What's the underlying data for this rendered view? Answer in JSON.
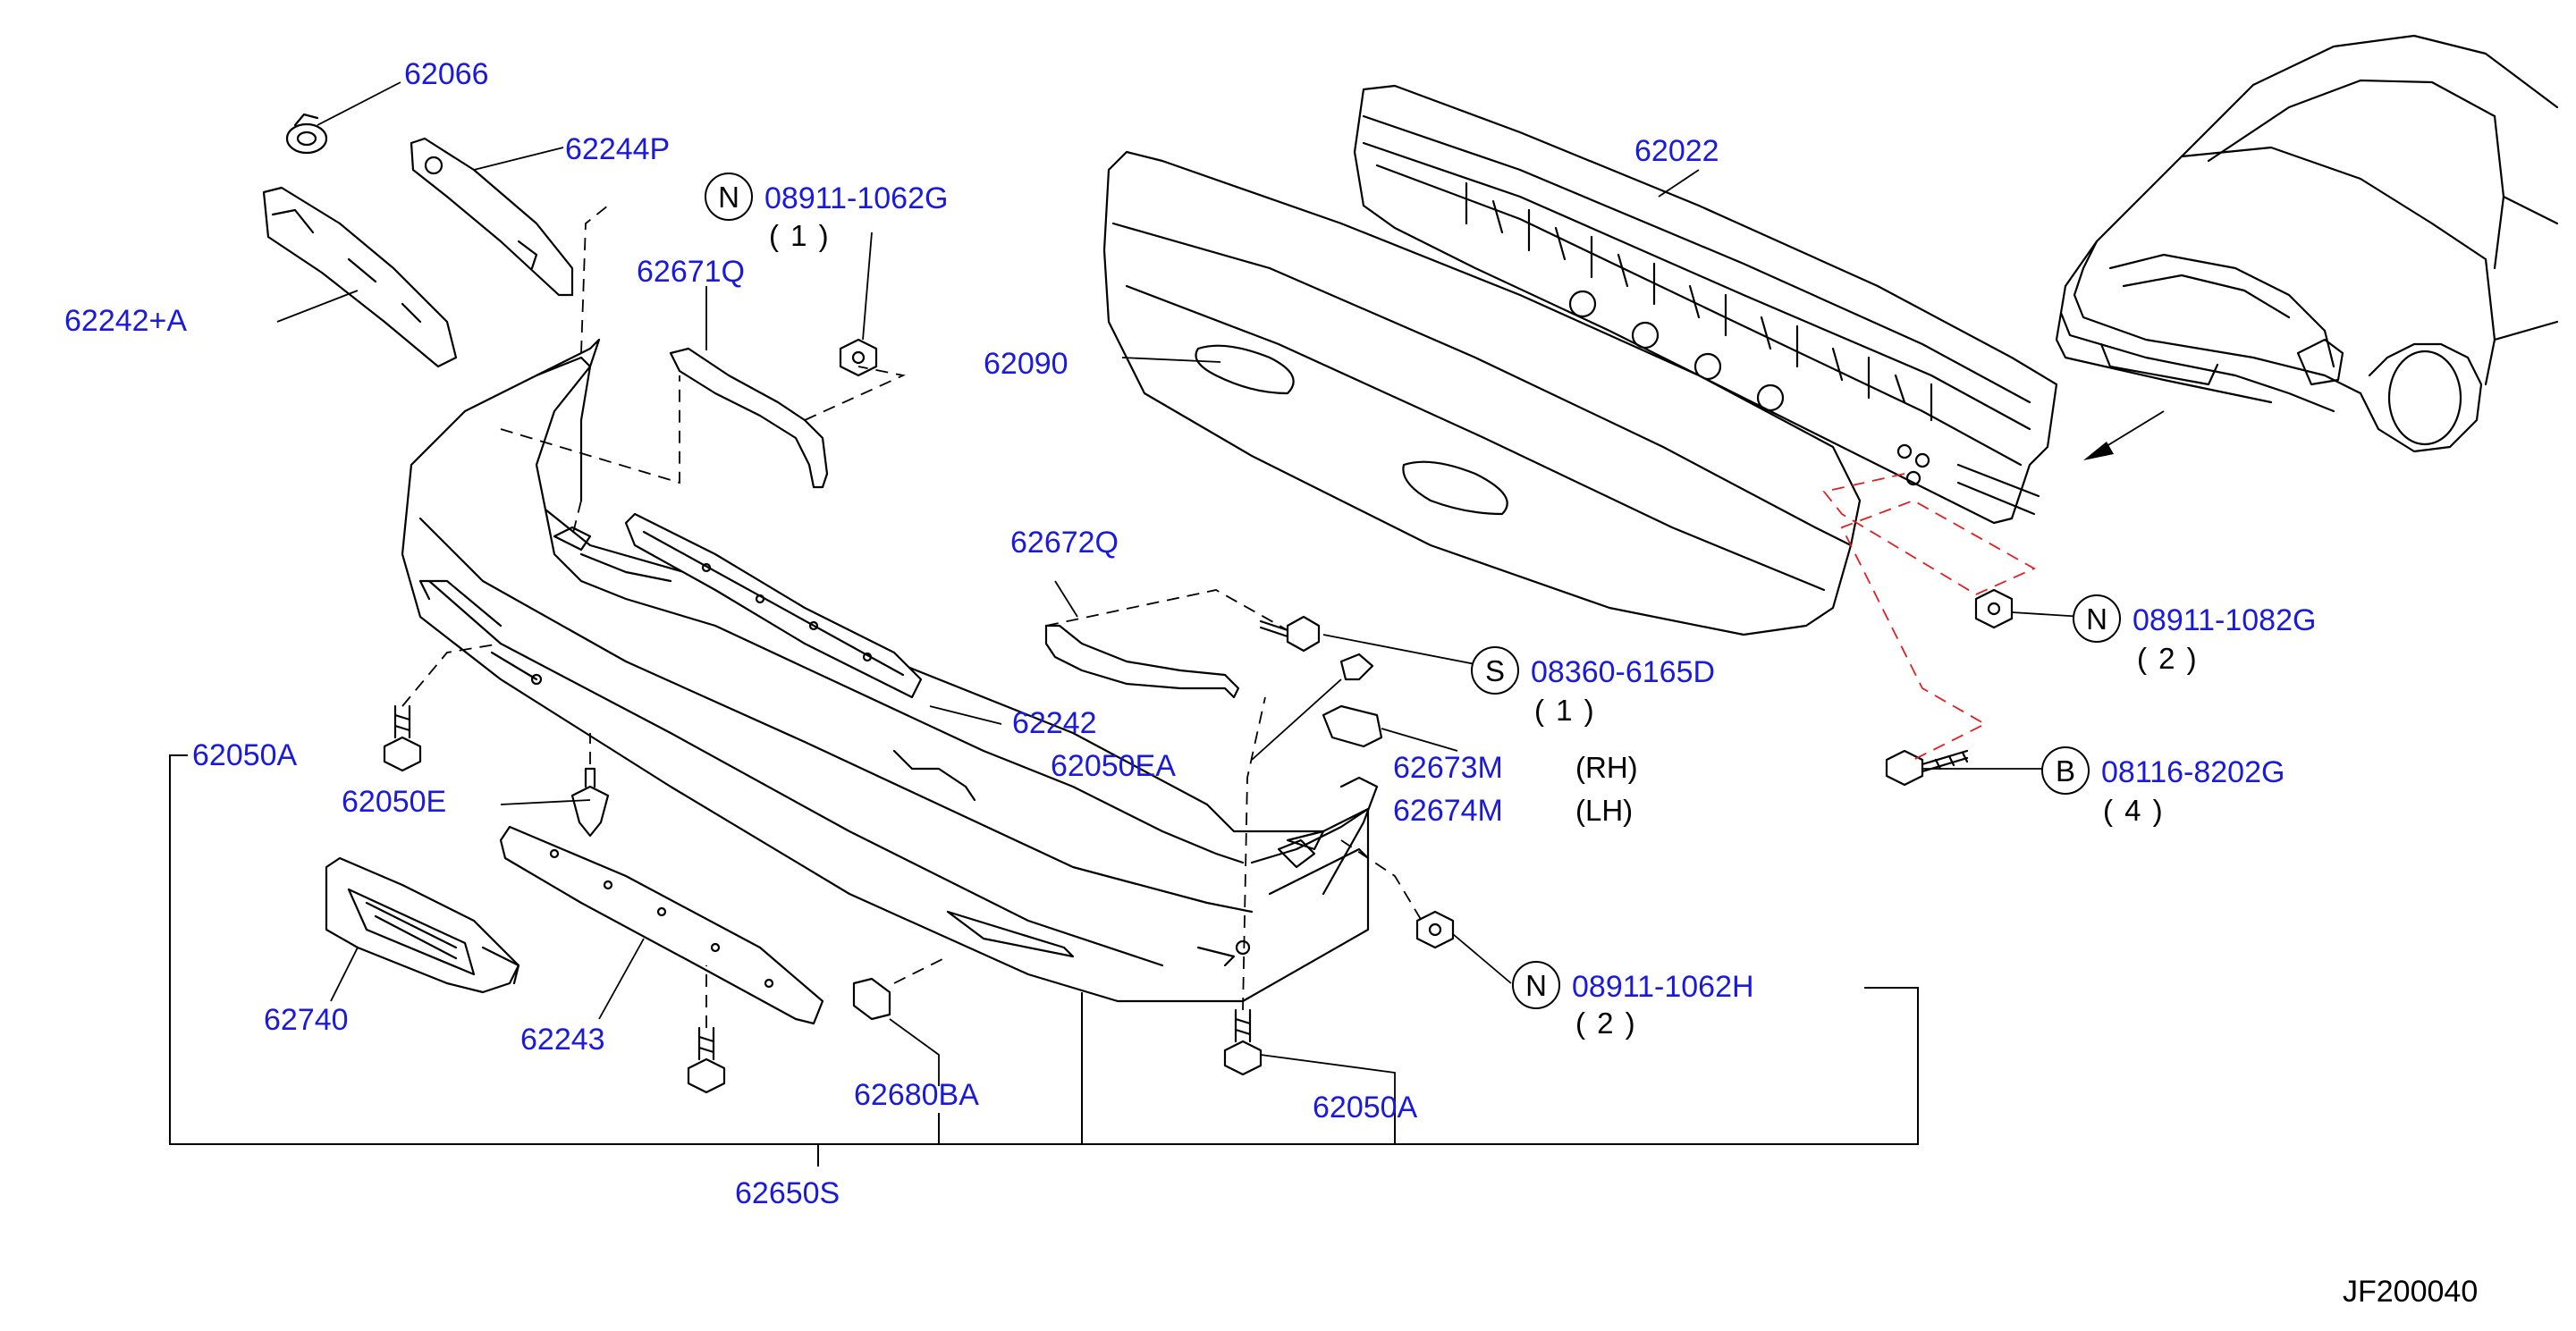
{
  "colors": {
    "part_number": "#1a1adc",
    "linework": "#000000",
    "mounting_path": "#e02020",
    "background": "#ffffff"
  },
  "drawing_ref": "JF200040",
  "parts": {
    "p62066": "62066",
    "p62244P": "62244P",
    "p62242A": "62242+A",
    "p62671Q": "62671Q",
    "p62090": "62090",
    "p62022": "62022",
    "p62672Q": "62672Q",
    "p62242": "62242",
    "p62050EA": "62050EA",
    "p62050A_left": "62050A",
    "p62050E": "62050E",
    "p62673M": "62673M",
    "p62674M": "62674M",
    "p62740": "62740",
    "p62243": "62243",
    "p62680BA": "62680BA",
    "p62050A_bottom": "62050A",
    "p62650S": "62650S"
  },
  "fasteners": {
    "nut_top": {
      "marker": "N",
      "number": "08911-1062G",
      "qty": "( 1 )"
    },
    "nut_right": {
      "marker": "N",
      "number": "08911-1082G",
      "qty": "( 2 )"
    },
    "screw": {
      "marker": "S",
      "number": "08360-6165D",
      "qty": "( 1 )"
    },
    "bolt": {
      "marker": "B",
      "number": "08116-8202G",
      "qty": "( 4 )"
    },
    "nut_bottom": {
      "marker": "N",
      "number": "08911-1062H",
      "qty": "( 2 )"
    }
  },
  "side_labels": {
    "rh": "(RH)",
    "lh": "(LH)"
  }
}
